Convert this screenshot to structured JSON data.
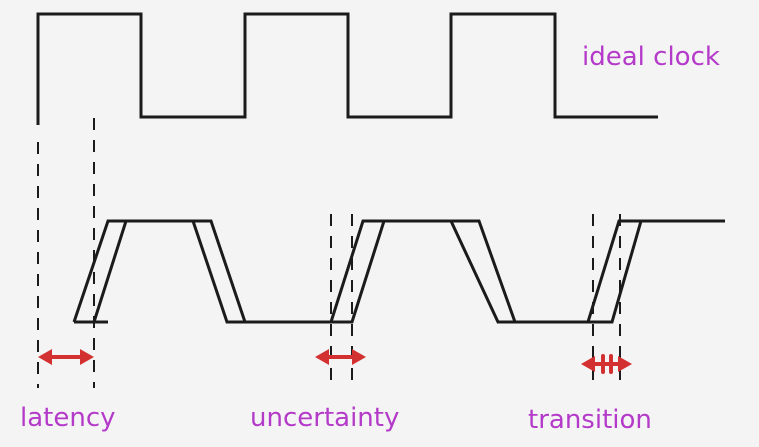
{
  "labels": {
    "ideal_clock": "ideal clock",
    "latency": "latency",
    "uncertainty": "uncertainty",
    "transition": "transition"
  },
  "colors": {
    "background": "#f4f4f4",
    "waveform": "#1b1b1b",
    "label": "#b43ac9",
    "arrow": "#d33131"
  }
}
